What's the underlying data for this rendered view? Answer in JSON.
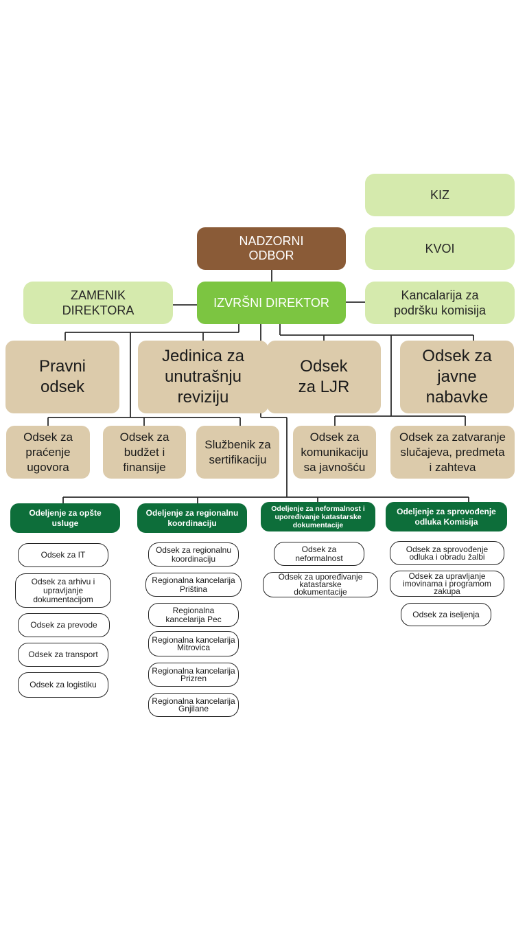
{
  "top": {
    "kiz": "KIZ",
    "kvoi": "KVOI",
    "nadzorni": "NADZORNI\nODBOR",
    "zamenik": "ZAMENIK\nDIREKTORA",
    "izvrsni": "IZVRŠNI DIREKTOR",
    "kancelarija": "Kancalarija za\npodršku komisija"
  },
  "units": {
    "pravni": "Pravni\nodsek",
    "revizija": "Jedinica za\nunutrašnju\nreviziju",
    "ljr": "Odsek\nza LJR",
    "nabavke": "Odsek za\njavne\nnabavke"
  },
  "sub_units": {
    "pracenje": "Odsek za\npraćenje\nugovora",
    "budzet": "Odsek za\nbudžet i\nfinansije",
    "sertifikacija": "Službenik za\nsertifikaciju",
    "komunikacija": "Odsek za\nkomunikaciju\nsa javnošću",
    "zatvaranje": "Odsek za zatvaranje\nslučajeva, predmeta\ni zahteva"
  },
  "departments": {
    "opste": {
      "title": "Odeljenje za opšte\nusluge",
      "items": [
        "Odsek za IT",
        "Odsek za arhivu i\nupravljanje\ndokumentacijom",
        "Odsek za prevode",
        "Odsek za transport",
        "Odsek za logistiku"
      ]
    },
    "regionalna": {
      "title": "Odeljenje za regionalnu\nkoordinaciju",
      "items": [
        "Odsek za regionalnu\nkoordinaciju",
        "Regionalna kancelarija\nPriština",
        "Regionalna\nkancelarija Pec",
        "Regionalna kancelarija\nMitrovica",
        "Regionalna kancelarija\nPrizren",
        "Regionalna kancelarija\nGnjilane"
      ]
    },
    "neformalnost": {
      "title": "Odeljenje za neformalnost i\nupoređivanje katastarske\ndokumentacije",
      "items": [
        "Odsek za\nneformalnost",
        "Odsek za upoređivanje\nkatastarske\ndokumentacije"
      ]
    },
    "sprovodjenje": {
      "title": "Odeljenje za sprovođenje\nodluka Komisija",
      "items": [
        "Odsek za sprovođenje\nodluka i obradu žalbi",
        "Odsek za upravljanje\nimovinama i programom\nzakupa",
        "Odsek za iseljenja"
      ]
    }
  },
  "colors": {
    "light_green": "#d5eaad",
    "brown": "#8a5b37",
    "bright_green": "#7cc541",
    "tan": "#dccbab",
    "dark_green": "#0d6e3a"
  }
}
